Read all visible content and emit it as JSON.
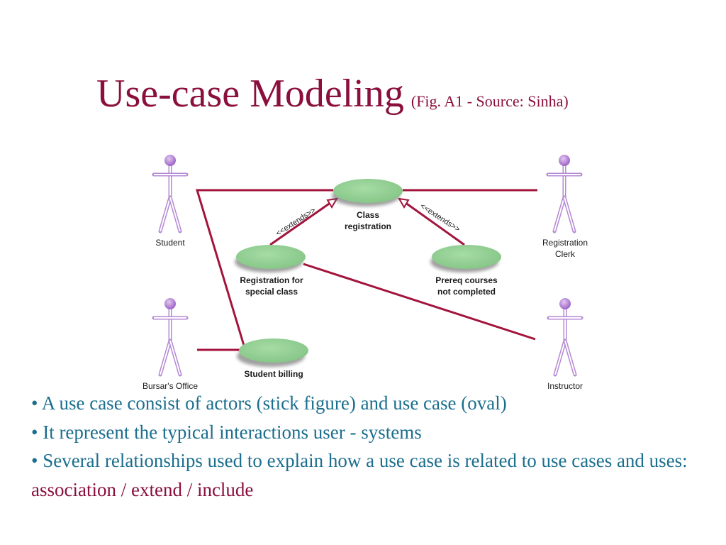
{
  "title": {
    "main": "Use-case Modeling",
    "subtitle": "(Fig. A1 - Source: Sinha)"
  },
  "colors": {
    "title": "#8a0f3c",
    "body_text": "#1b6e8e",
    "highlight": "#8a0f3c",
    "association_line": "#a3143c",
    "use_case_fill": "#8fce8f",
    "actor": "#b58ad4"
  },
  "diagram": {
    "actors": [
      {
        "id": "student",
        "label": "Student"
      },
      {
        "id": "registration-clerk",
        "label_lines": [
          "Registration",
          "Clerk"
        ]
      },
      {
        "id": "bursars-office",
        "label": "Bursar's Office"
      },
      {
        "id": "instructor",
        "label": "Instructor"
      }
    ],
    "use_cases": [
      {
        "id": "class-registration",
        "label_lines": [
          "Class",
          "registration"
        ]
      },
      {
        "id": "registration-special-class",
        "label_lines": [
          "Registration for",
          "special class"
        ]
      },
      {
        "id": "prereq-courses",
        "label_lines": [
          "Prereq courses",
          "not completed"
        ]
      },
      {
        "id": "student-billing",
        "label_lines": [
          "Student billing"
        ]
      }
    ],
    "relationships": [
      {
        "type": "association",
        "from": "student",
        "to": "class-registration"
      },
      {
        "type": "association",
        "from": "student",
        "to": "student-billing"
      },
      {
        "type": "association",
        "from": "registration-clerk",
        "to": "class-registration"
      },
      {
        "type": "association",
        "from": "bursars-office",
        "to": "student-billing"
      },
      {
        "type": "association",
        "from": "instructor",
        "to": "registration-special-class"
      },
      {
        "type": "extends",
        "from": "registration-special-class",
        "to": "class-registration",
        "label": "<<extends>>"
      },
      {
        "type": "extends",
        "from": "prereq-courses",
        "to": "class-registration",
        "label": "<<extends>>"
      }
    ]
  },
  "bullets": [
    {
      "text": "• A use case consist of actors (stick figure)  and use case (oval)"
    },
    {
      "text": "• It represent the typical interactions user - systems"
    },
    {
      "text": "• Several relationships used to explain how a use case is related to use cases and uses: ",
      "highlight": "association / extend / include"
    }
  ]
}
